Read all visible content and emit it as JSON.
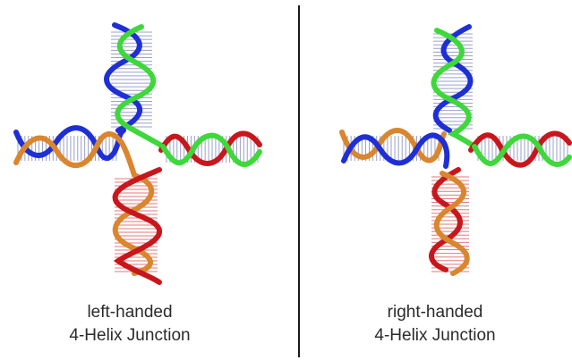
{
  "panels": [
    {
      "id": "left",
      "caption_line1": "left-handed",
      "caption_line2": "4-Helix Junction"
    },
    {
      "id": "right",
      "caption_line1": "right-handed",
      "caption_line2": "4-Helix Junction"
    }
  ],
  "colors": {
    "blue": "#1f2fd6",
    "green": "#3ed83a",
    "red": "#c8171c",
    "orange": "#d9862e",
    "rung": "#9aa0c8",
    "rung_red": "#e07a7a",
    "divider": "#1a1a1a"
  }
}
